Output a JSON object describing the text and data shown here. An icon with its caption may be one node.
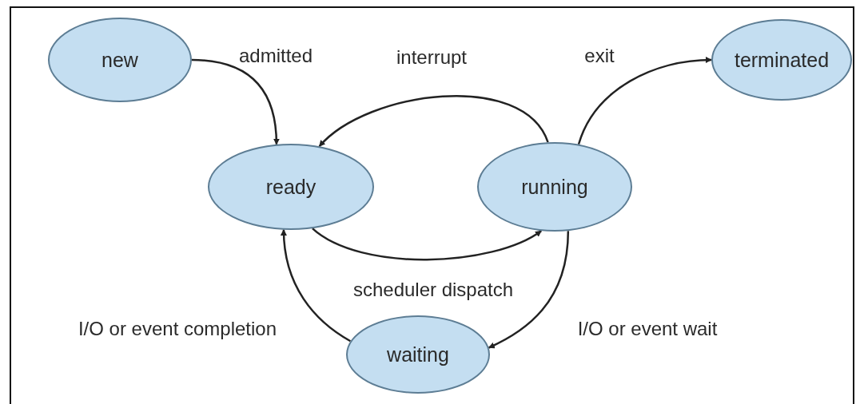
{
  "diagram": {
    "nodes": [
      {
        "text": [
          "new"
        ]
      },
      {
        "text": [
          "terminated"
        ]
      },
      {
        "text": [
          "ready"
        ]
      },
      {
        "text": [
          "running"
        ]
      },
      {
        "text": [
          "waiting"
        ]
      }
    ],
    "edges": [
      {
        "from": 0,
        "to": 2,
        "arrow": "to",
        "label": "admitted"
      },
      {
        "from": 3,
        "to": 2,
        "arrow": "to",
        "label": "interrupt"
      },
      {
        "from": 3,
        "to": 1,
        "arrow": "to",
        "label": "exit"
      },
      {
        "from": 2,
        "to": 3,
        "arrow": "to",
        "label": "scheduler dispatch"
      },
      {
        "from": 3,
        "to": 4,
        "arrow": "to",
        "label": "I/O or event wait"
      },
      {
        "from": 4,
        "to": 2,
        "arrow": "to",
        "label": "I/O or event completion"
      }
    ]
  }
}
